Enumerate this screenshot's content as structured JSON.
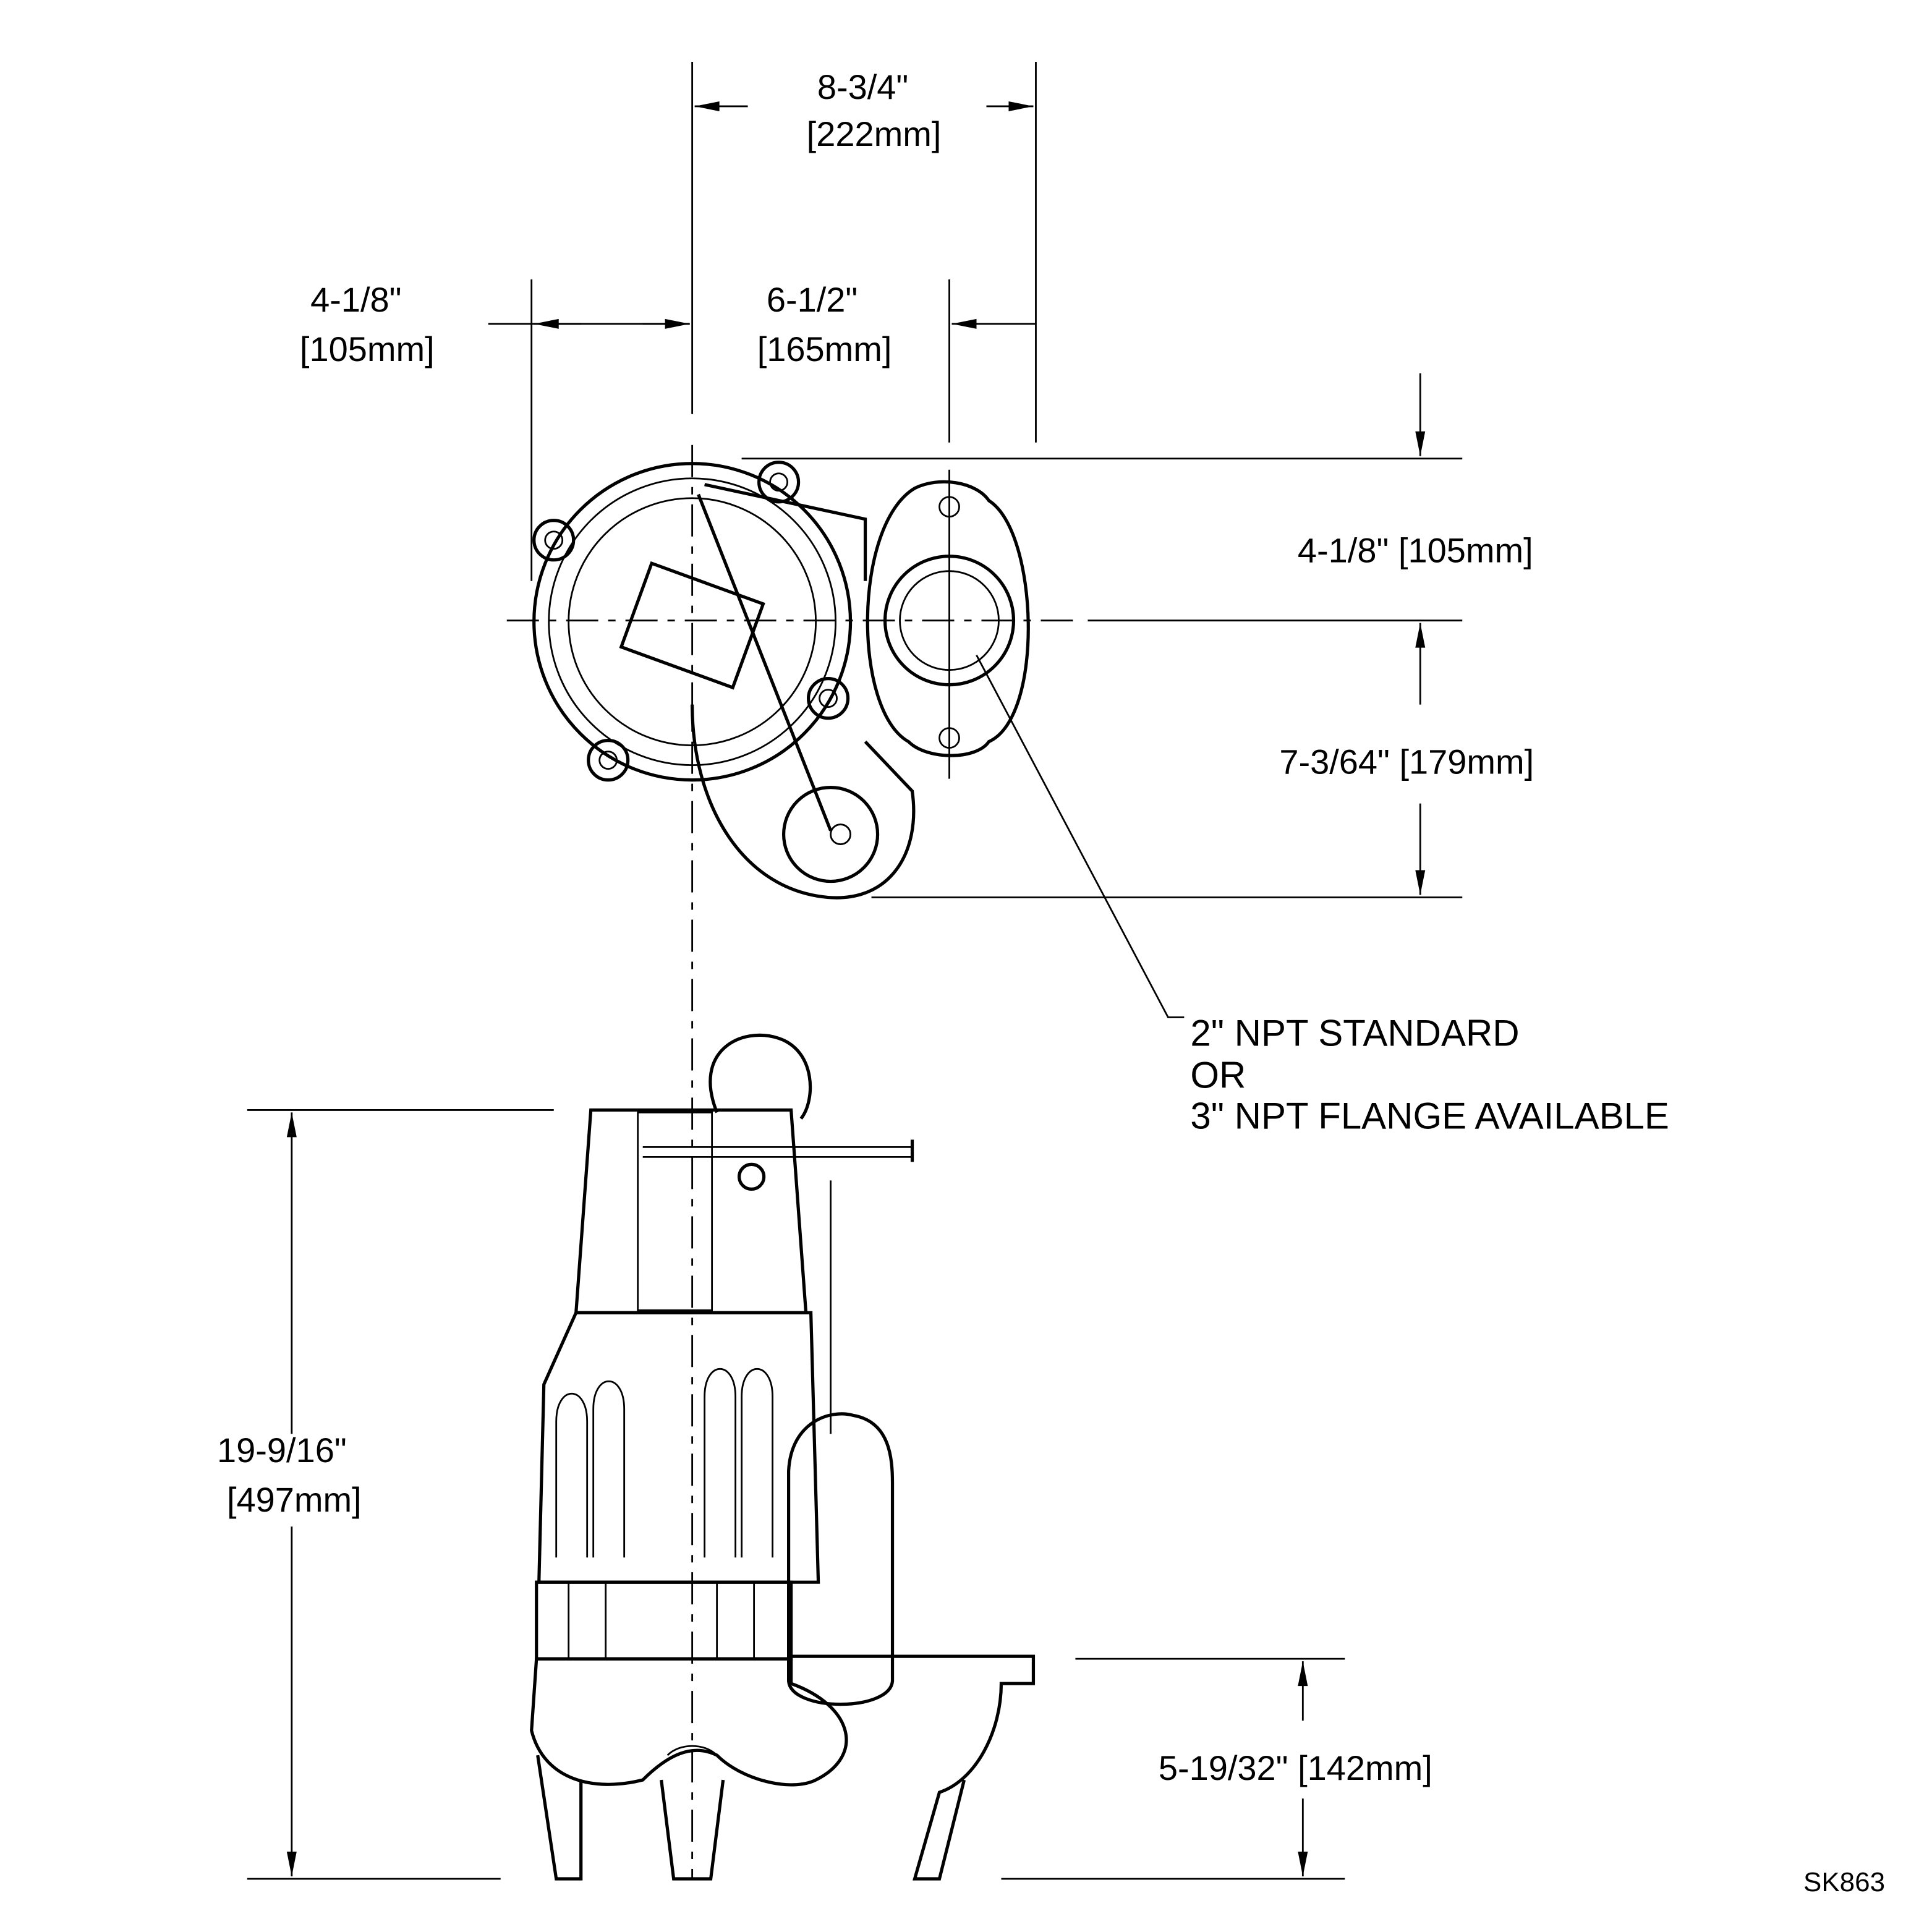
{
  "drawing": {
    "id": "SK863",
    "dimensions": {
      "overall_width": {
        "imperial": "8-3/4\"",
        "metric": "[222mm]"
      },
      "left_to_center": {
        "imperial": "4-1/8\"",
        "metric": "[105mm]"
      },
      "center_to_discharge": {
        "imperial": "6-1/2\"",
        "metric": "[165mm]"
      },
      "top_to_discharge_center": "4-1/8\" [105mm]",
      "discharge_center_to_float": "7-3/64\" [179mm]",
      "overall_height": {
        "imperial": "19-9/16\"",
        "metric": "[497mm]"
      },
      "discharge_height": "5-19/32\" [142mm]"
    },
    "discharge_note": [
      "2\" NPT STANDARD",
      "OR",
      "3\" NPT FLANGE AVAILABLE"
    ]
  }
}
